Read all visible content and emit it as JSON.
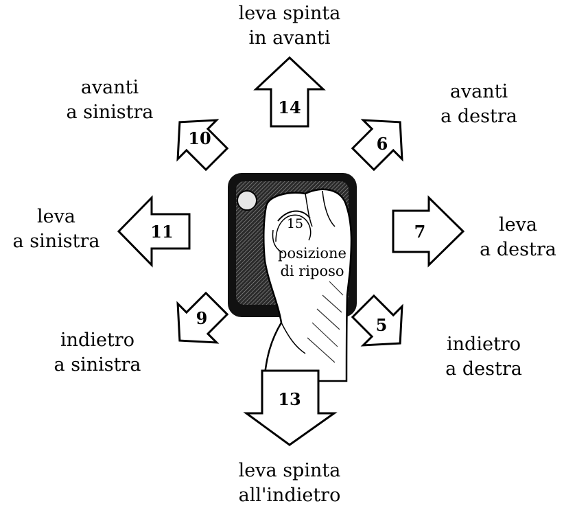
{
  "directions": {
    "up": {
      "number": "14",
      "line1": "leva spinta",
      "line2": "in avanti"
    },
    "down": {
      "number": "13",
      "line1": "leva spinta",
      "line2": "all'indietro"
    },
    "left": {
      "number": "11",
      "line1": "leva",
      "line2": "a sinistra"
    },
    "right": {
      "number": "7",
      "line1": "leva",
      "line2": "a destra"
    },
    "up_left": {
      "number": "10",
      "line1": "avanti",
      "line2": "a sinistra"
    },
    "up_right": {
      "number": "6",
      "line1": "avanti",
      "line2": "a destra"
    },
    "down_left": {
      "number": "9",
      "line1": "indietro",
      "line2": "a sinistra"
    },
    "down_right": {
      "number": "5",
      "line1": "indietro",
      "line2": "a destra"
    }
  },
  "rest": {
    "number": "15",
    "line1": "posizione",
    "line2": "di riposo"
  }
}
